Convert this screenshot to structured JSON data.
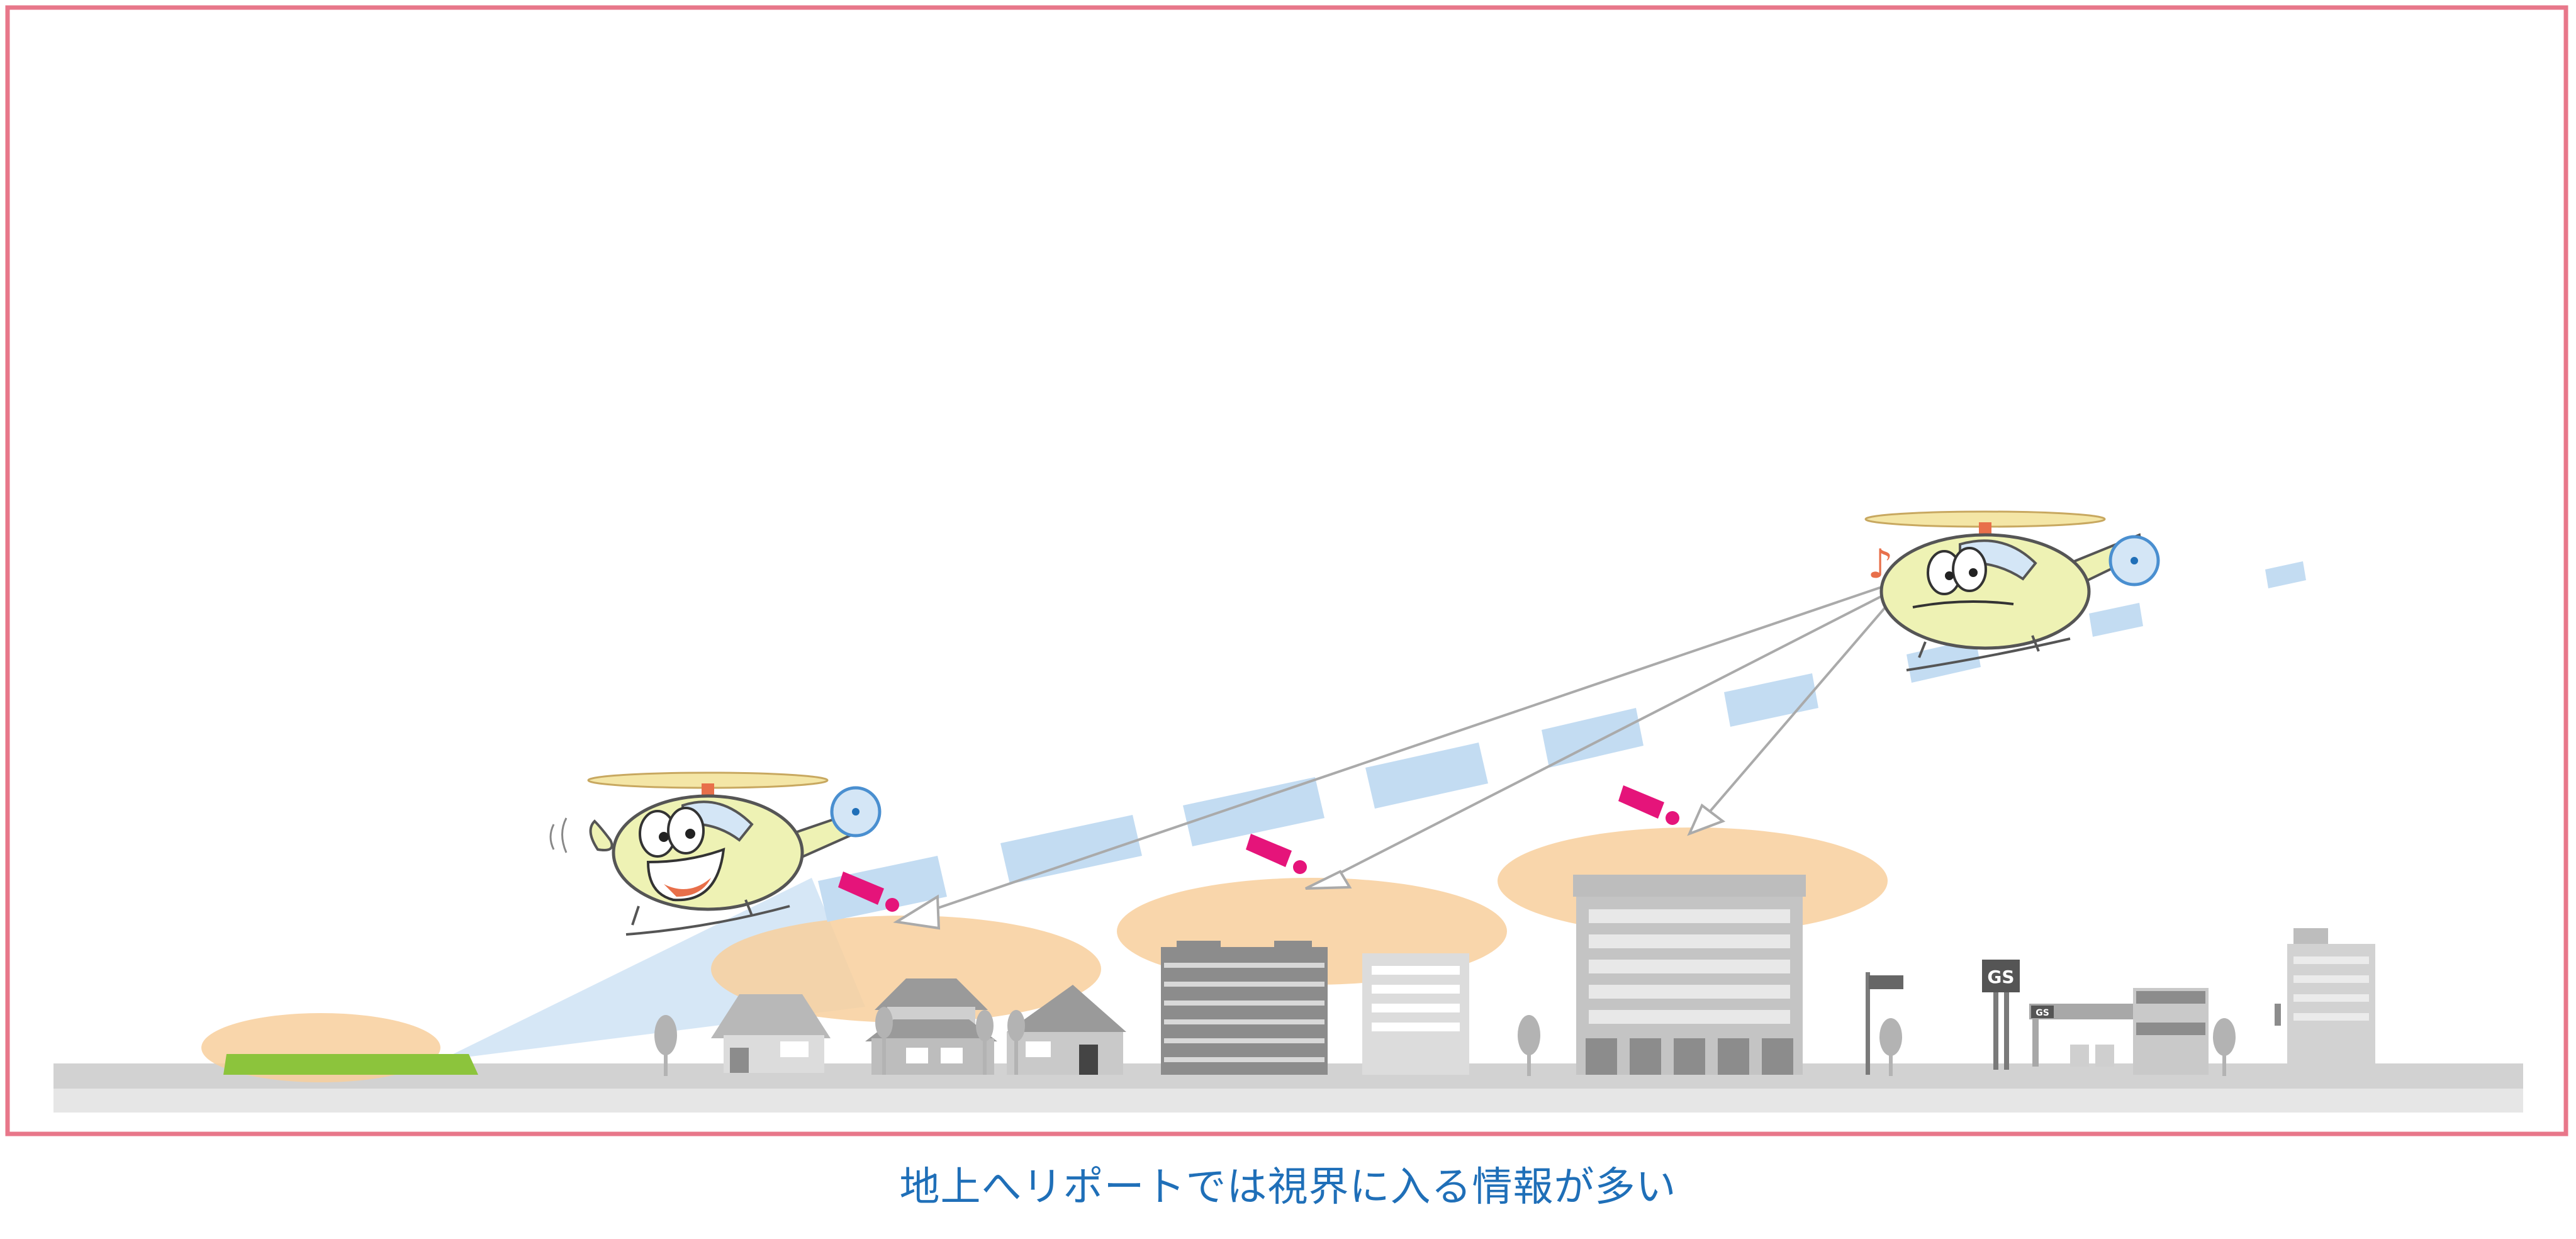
{
  "caption": "地上へリポートでは視界に入る情報が多い",
  "signs": {
    "gas_station_pole": "GS",
    "gas_station_canopy": "GS"
  },
  "music_note": "♪",
  "colors": {
    "frame": "#e8778a",
    "caption": "#1f6fb8",
    "ground": "#d2d2d2",
    "heliport": "#8cc43c",
    "sight_cone": "#cfe3f4",
    "flight_path": "#c3dcf2",
    "attention_zone": "#f8cf9c",
    "alert": "#e5147a",
    "helicopter_body": "#eef2b4",
    "rotor": "#f4e6a6",
    "building_dark": "#8c8c8c",
    "building_light": "#c4c4c4"
  },
  "icons": [
    "helicopter-character",
    "tail-rotor-icon",
    "exclamation-icon",
    "music-note-icon",
    "tree-icon"
  ]
}
